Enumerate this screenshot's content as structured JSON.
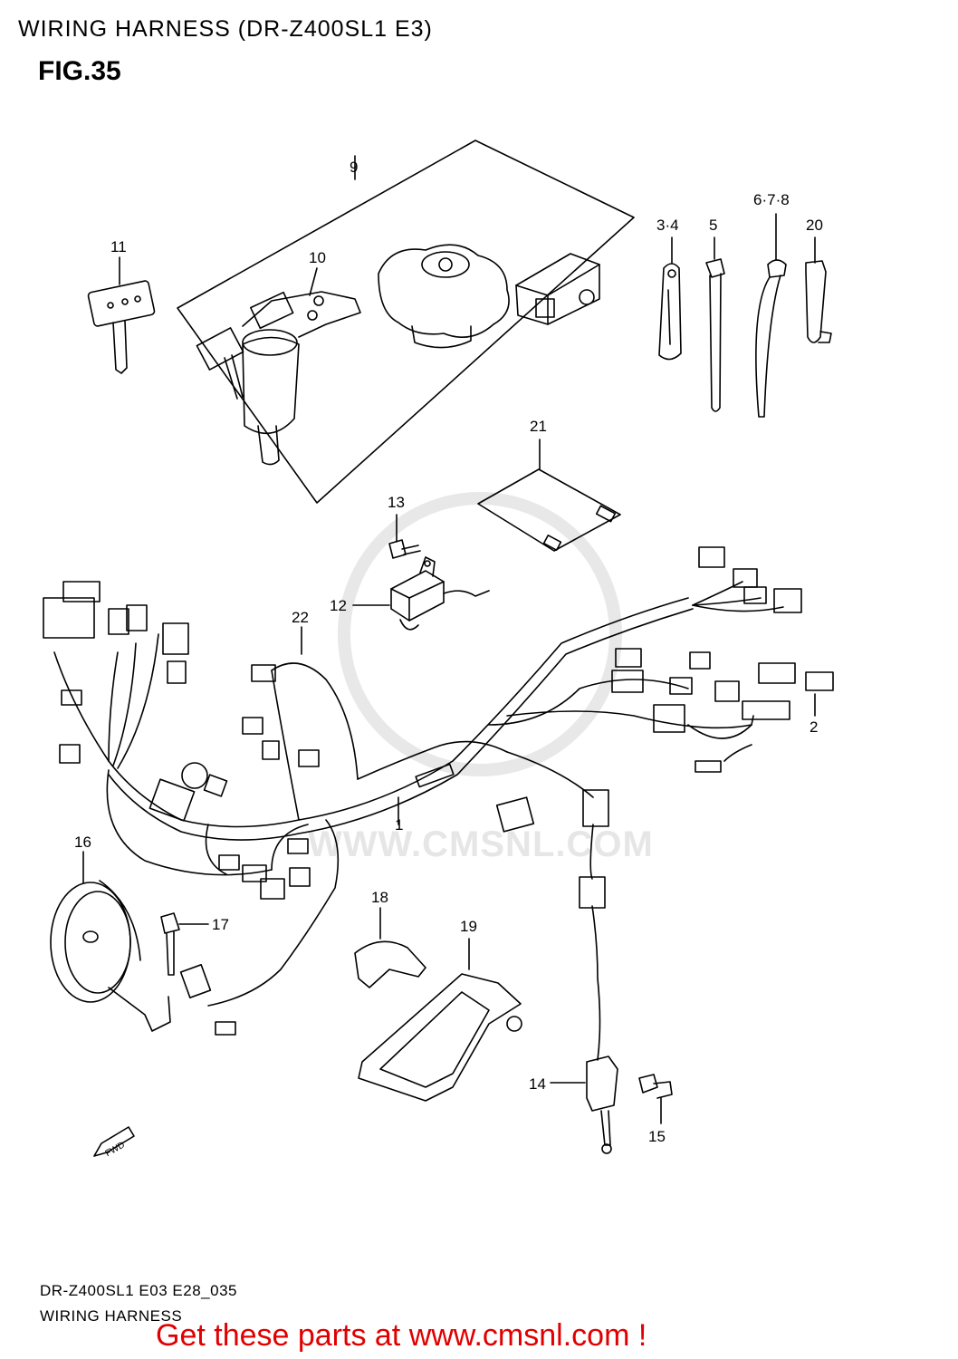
{
  "header": {
    "title": "WIRING HARNESS (DR-Z400SL1 E3)",
    "figure": "FIG.35"
  },
  "footer": {
    "code": "DR-Z400SL1 E03 E28_035",
    "name": "WIRING HARNESS",
    "cta": "Get these parts at www.cmsnl.com !"
  },
  "watermark": {
    "text": "WWW.CMSNL.COM"
  },
  "fwd_label": "FWD",
  "callouts": {
    "c1": "1",
    "c2": "2",
    "c3_4": "3·4",
    "c5": "5",
    "c6_7_8": "6·7·8",
    "c9": "9",
    "c10": "10",
    "c11": "11",
    "c12": "12",
    "c13": "13",
    "c14": "14",
    "c15": "15",
    "c16": "16",
    "c17": "17",
    "c18": "18",
    "c19": "19",
    "c20": "20",
    "c21": "21",
    "c22": "22"
  },
  "colors": {
    "line": "#000000",
    "cta": "#e00000",
    "watermark": "#e6e6e6"
  }
}
